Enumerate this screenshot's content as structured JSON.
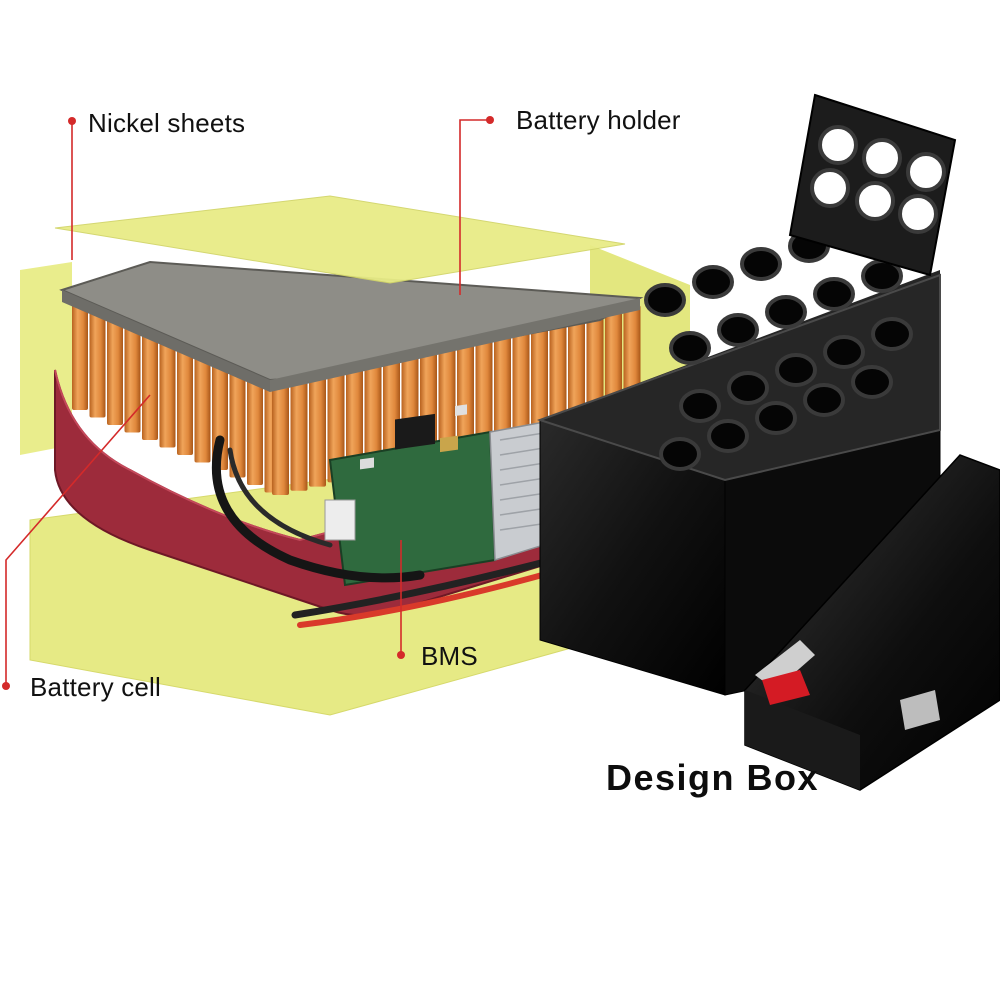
{
  "callouts": {
    "nickel_sheets": "Nickel sheets",
    "battery_holder": "Battery holder",
    "battery_cell": "Battery cell",
    "bms": "BMS"
  },
  "caption": "Design Box",
  "colors": {
    "callout_line": "#d42a2a",
    "yellow_sheet": "#e8ec86",
    "cell_orange": "#e28a3e",
    "nickel": "#8d8c86",
    "wrap_red": "#9e2c3c",
    "pcb_green": "#2f6a3e",
    "box_black": "#151515"
  }
}
